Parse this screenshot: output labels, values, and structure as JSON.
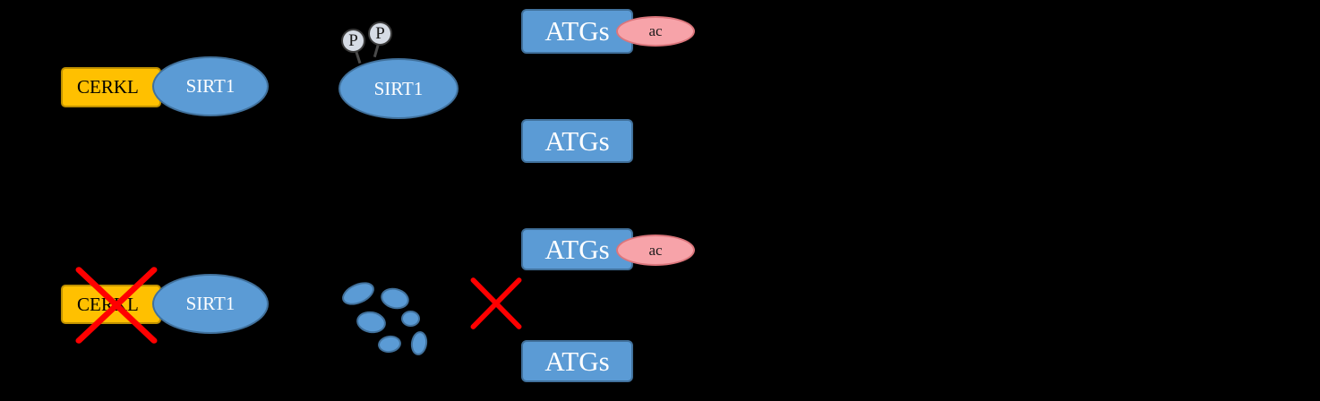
{
  "diagram": {
    "top": {
      "cerkl_label": "CERKL",
      "sirt1_label": "SIRT1",
      "sirt1_phospho_label": "SIRT1",
      "phospho_mark_1": "P",
      "phospho_mark_2": "P",
      "atgs_acetylated_label": "ATGs",
      "ac_label": "ac",
      "atgs_deacetylated_label": "ATGs"
    },
    "bottom": {
      "cerkl_label": "CERKL",
      "sirt1_label": "SIRT1",
      "atgs_acetylated_label": "ATGs",
      "ac_label": "ac",
      "atgs_label": "ATGs"
    },
    "colors": {
      "background": "#000000",
      "cerkl_fill": "#FFC000",
      "cerkl_border": "#BF9000",
      "protein_fill": "#5B9BD5",
      "protein_border": "#41719C",
      "acetyl_fill": "#F7A3A9",
      "acetyl_border": "#DB767C",
      "phospho_fill": "#D6DCE5",
      "cross_out": "#FF0000"
    }
  }
}
